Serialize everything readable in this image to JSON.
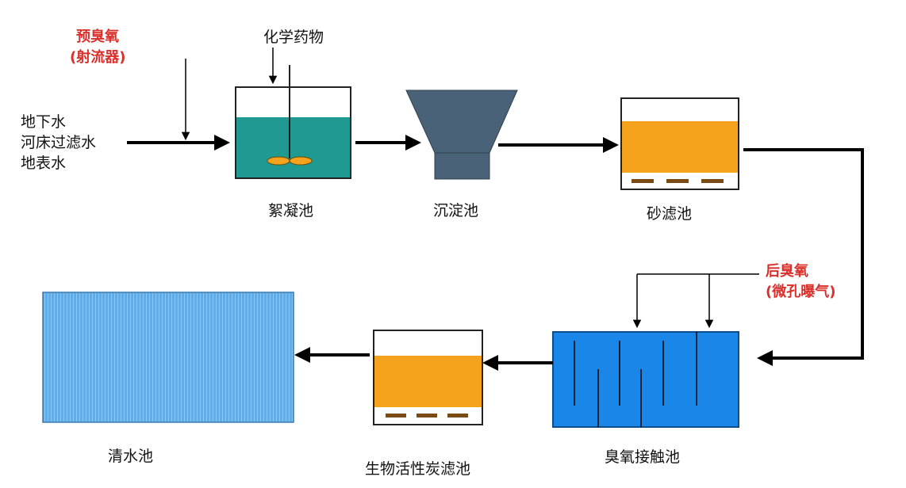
{
  "sources": [
    "地下水",
    "河床过滤水",
    "地表水"
  ],
  "pre_ozone": {
    "line1": "预臭氧",
    "line2": "(射流器)"
  },
  "chemicals": "化学药物",
  "units": {
    "flocculation": "絮凝池",
    "sedimentation": "沉淀池",
    "sand_filter": "砂滤池",
    "ozone_contact": "臭氧接触池",
    "bac_filter": "生物活性炭滤池",
    "clear_water": "清水池"
  },
  "post_ozone": {
    "line1": "后臭氧",
    "line2": "(微孔曝气)"
  },
  "colors": {
    "water_teal": "#1f9a92",
    "sediment_slate": "#4a6278",
    "filter_orange": "#f5a21c",
    "ozone_blue": "#1a86e8",
    "clear_blue": "#58aef0",
    "label_red": "#d9302c"
  }
}
